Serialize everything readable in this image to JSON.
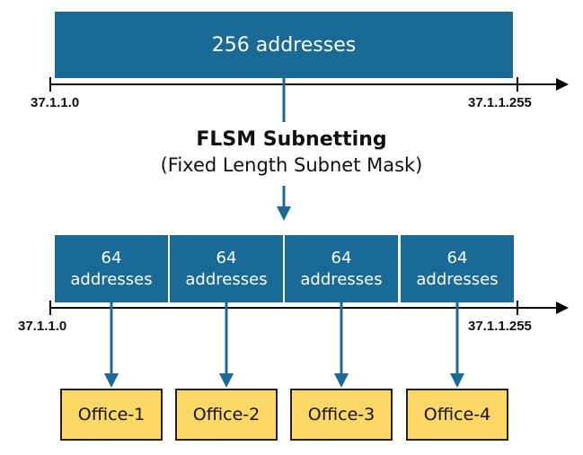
{
  "top": {
    "block_label": "256 addresses",
    "start_addr": "37.1.1.0",
    "end_addr": "37.1.1.255"
  },
  "title": {
    "main": "FLSM Subnetting",
    "sub": "(Fixed Length Subnet Mask)"
  },
  "bottom": {
    "start_addr": "37.1.1.0",
    "end_addr": "37.1.1.255",
    "subnets": [
      {
        "count": "64",
        "unit": "addresses"
      },
      {
        "count": "64",
        "unit": "addresses"
      },
      {
        "count": "64",
        "unit": "addresses"
      },
      {
        "count": "64",
        "unit": "addresses"
      }
    ]
  },
  "offices": [
    "Office-1",
    "Office-2",
    "Office-3",
    "Office-4"
  ],
  "colors": {
    "block": "#1a6a98",
    "office": "#fdd867",
    "arrow": "#1a6a98"
  }
}
